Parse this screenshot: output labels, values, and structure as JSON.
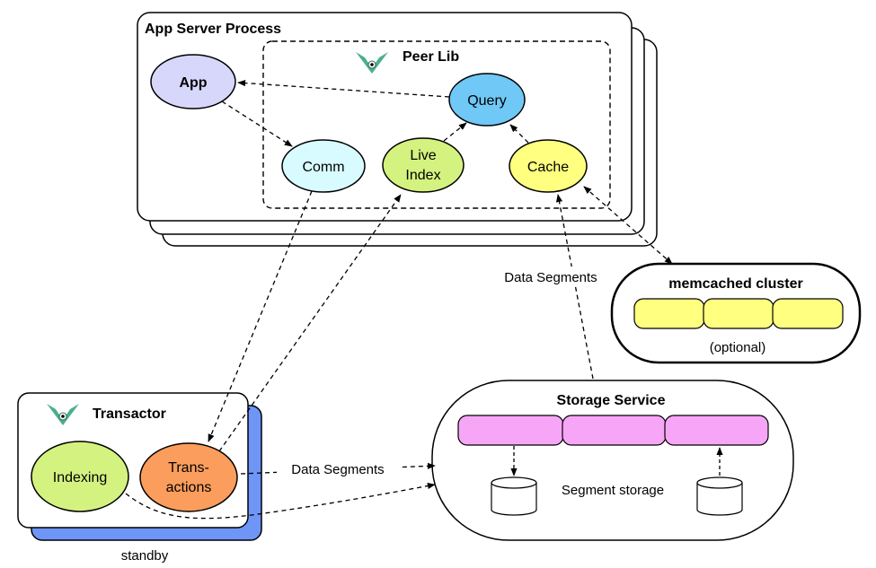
{
  "app_server": {
    "title": "App Server Process",
    "peer_lib": {
      "title": "Peer Lib",
      "logo_icon": "datomic-logo-icon"
    },
    "nodes": {
      "app": "App",
      "query": "Query",
      "comm": "Comm",
      "live_index_line1": "Live",
      "live_index_line2": "Index",
      "cache": "Cache"
    }
  },
  "memcached": {
    "title": "memcached cluster",
    "note": "(optional)",
    "slot_count": 3
  },
  "storage": {
    "title": "Storage Service",
    "segment_storage": "Segment storage"
  },
  "transactor": {
    "title": "Transactor",
    "logo_icon": "datomic-logo-icon",
    "nodes": {
      "indexing": "Indexing",
      "transactions_line1": "Trans-",
      "transactions_line2": "actions"
    },
    "standby": "standby"
  },
  "edges": {
    "data_segments_upper": "Data Segments",
    "data_segments_lower": "Data Segments"
  },
  "colors": {
    "app": "#d7d7fb",
    "query": "#6fc8f5",
    "comm": "#d8fbff",
    "live_index": "#d4f27f",
    "cache": "#ffff80",
    "transactions": "#fb9d5d",
    "indexing": "#d4f27f",
    "memcached_slot": "#ffff80",
    "storage_slot": "#f7a6f7",
    "standby_fill": "#6f95f6",
    "logo": "#4aaf90"
  }
}
